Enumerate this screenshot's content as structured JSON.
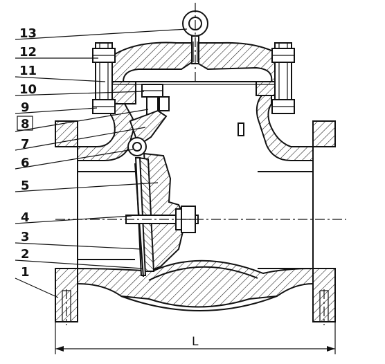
{
  "diagram": {
    "callouts": [
      {
        "number": "13",
        "boxed": false
      },
      {
        "number": "12",
        "boxed": false
      },
      {
        "number": "11",
        "boxed": false
      },
      {
        "number": "10",
        "boxed": false
      },
      {
        "number": "9",
        "boxed": false
      },
      {
        "number": "8",
        "boxed": true
      },
      {
        "number": "7",
        "boxed": false
      },
      {
        "number": "6",
        "boxed": false
      },
      {
        "number": "5",
        "boxed": false
      },
      {
        "number": "4",
        "boxed": false
      },
      {
        "number": "3",
        "boxed": false
      },
      {
        "number": "2",
        "boxed": false
      },
      {
        "number": "1",
        "boxed": false
      }
    ],
    "dimension": {
      "label": "L"
    }
  }
}
